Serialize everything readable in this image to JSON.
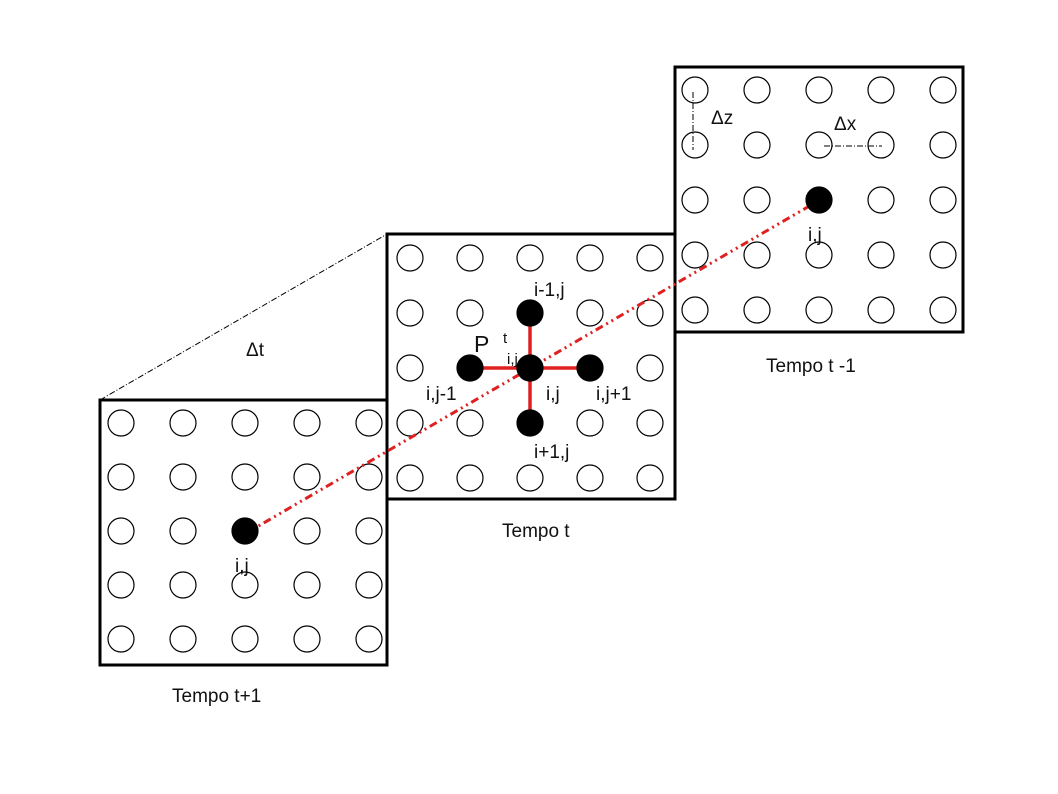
{
  "grids": {
    "t_plus_1": {
      "caption": "Tempo t+1",
      "node_label": "i,j",
      "filled": [
        [
          2,
          2
        ]
      ]
    },
    "t": {
      "caption": "Tempo t",
      "filled": [
        [
          1,
          2
        ],
        [
          2,
          1
        ],
        [
          2,
          2
        ],
        [
          2,
          3
        ],
        [
          3,
          2
        ]
      ]
    },
    "t_minus_1": {
      "caption": "Tempo t -1",
      "node_label": "i,j",
      "filled": [
        [
          2,
          2
        ]
      ]
    }
  },
  "stencil": {
    "north": "i-1,j",
    "west": "i,j-1",
    "center": "i,j",
    "east": "i,j+1",
    "south": "i+1,j",
    "pressure_symbol": "P",
    "pressure_superscript": "t",
    "pressure_subscript": "i,j"
  },
  "spacing": {
    "dt": "Δt",
    "dz": "Δz",
    "dx": "Δx"
  },
  "colors": {
    "frame": "#000000",
    "stencil_line": "#e02020",
    "filled_node": "#000000"
  }
}
